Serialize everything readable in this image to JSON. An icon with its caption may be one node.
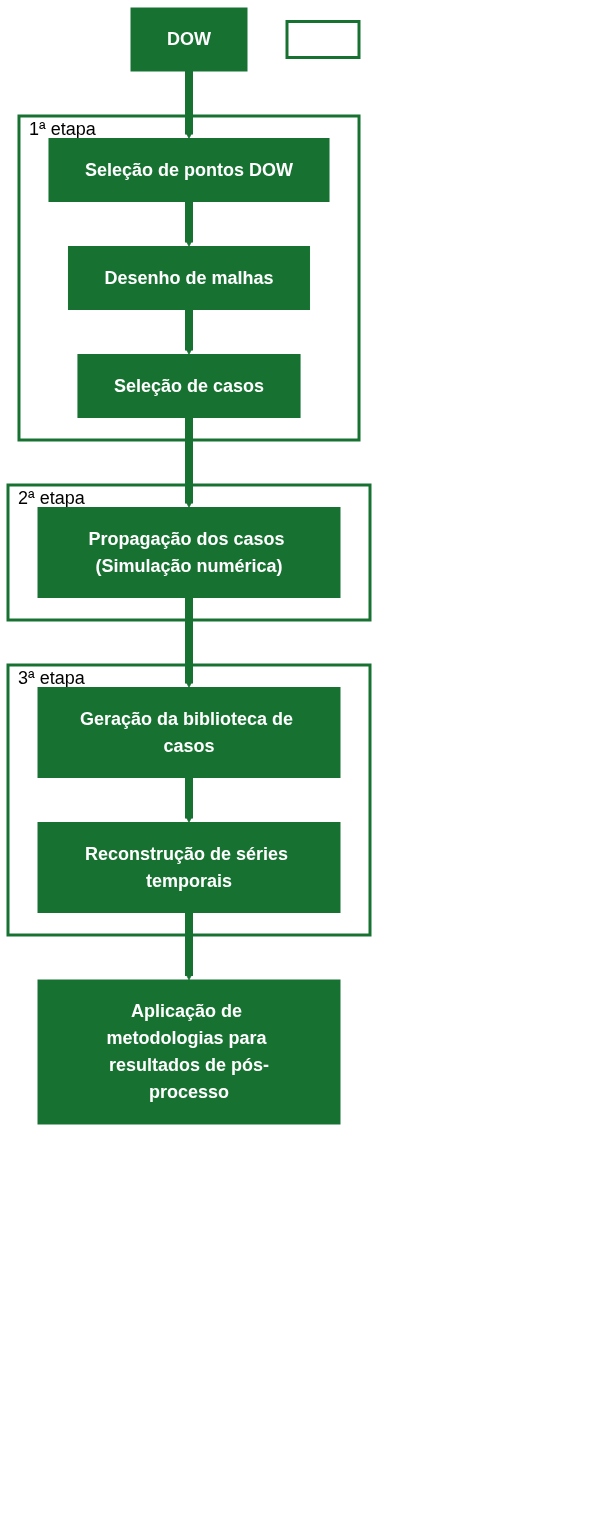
{
  "diagram": {
    "nodes": [
      {
        "text": [
          "DOW"
        ]
      },
      {
        "text": [],
        "shape": "box"
      },
      {
        "text": [
          "1ª etapa"
        ]
      },
      {
        "text": [
          "Seleção de pontos DOW"
        ],
        "in": 2
      },
      {
        "text": [
          "Desenho de malhas"
        ],
        "in": 2
      },
      {
        "text": [
          "Seleção de casos"
        ],
        "in": 2
      },
      {
        "text": [
          "2ª etapa"
        ]
      },
      {
        "text": [
          "Propagação dos casos (Simulação numérica)"
        ],
        "in": 6
      },
      {
        "text": [
          "3ª etapa"
        ]
      },
      {
        "text": [
          "Geração da biblioteca de casos"
        ],
        "in": 8
      },
      {
        "text": [
          "Reconstrução de séries temporais"
        ],
        "in": 8
      },
      {
        "text": [
          "Aplicação de metodologias para resultados de pós-processo"
        ]
      }
    ],
    "edges": [
      {
        "from": 0,
        "to": 3,
        "arrow": "to"
      },
      {
        "from": 3,
        "to": 4,
        "arrow": "to"
      },
      {
        "from": 4,
        "to": 5,
        "arrow": "to"
      },
      {
        "from": 5,
        "to": 7,
        "arrow": "to"
      },
      {
        "from": 7,
        "to": 9,
        "arrow": "to"
      },
      {
        "from": 9,
        "to": 10,
        "arrow": "to"
      },
      {
        "from": 10,
        "to": 11,
        "arrow": "to"
      }
    ]
  }
}
